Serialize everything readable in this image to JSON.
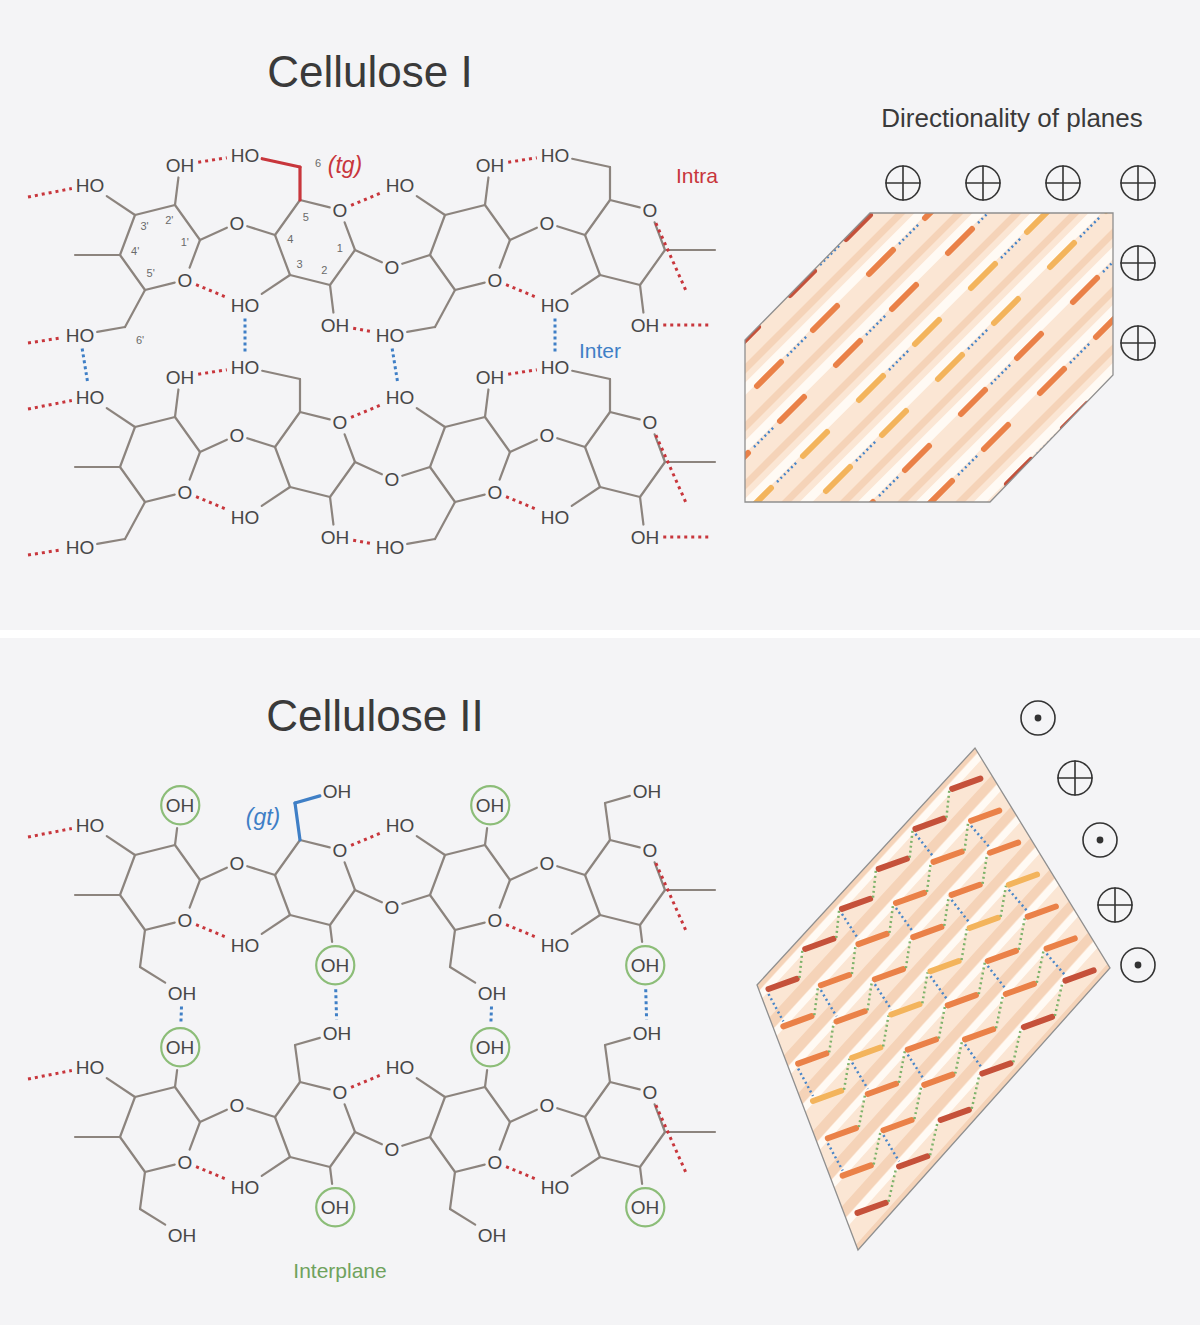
{
  "diagram": {
    "nodes": [
      {
        "text": [
          "Cellulose I"
        ]
      },
      {
        "text": [
          "Cellulose II"
        ]
      },
      {
        "text": [
          "OH"
        ],
        "in": 1
      },
      {
        "text": [
          "OH"
        ],
        "in": 1
      },
      {
        "text": [
          "OH"
        ],
        "in": 1
      },
      {
        "text": [
          "OH"
        ],
        "in": 1
      },
      {
        "text": [
          "OH"
        ],
        "in": 1
      },
      {
        "text": [
          "OH"
        ],
        "in": 1
      },
      {
        "text": [
          "OH"
        ],
        "in": 1
      },
      {
        "text": [
          "OH"
        ],
        "in": 1
      }
    ],
    "labels": [
      "(tg)",
      "Intra",
      "Inter",
      "Directionality of planes",
      "6",
      "5",
      "4",
      "3",
      "2",
      "1",
      "3'",
      "2'",
      "1'",
      "4'",
      "5'",
      "6'",
      "HO",
      "OH",
      "O",
      "HO",
      "O",
      "HO",
      "O",
      "HO",
      "OH",
      "O",
      "HO",
      "OH",
      "O",
      "HO",
      "O",
      "HO",
      "O",
      "HO",
      "OH",
      "HO",
      "OH",
      "O",
      "HO",
      "O",
      "HO",
      "O",
      "HO",
      "OH",
      "O",
      "HO",
      "OH",
      "O",
      "HO",
      "O",
      "HO",
      "O",
      "HO",
      "OH",
      "(gt)",
      "Interplane",
      "HO",
      "O",
      "OH",
      "O",
      "OH",
      "O",
      "HO",
      "O",
      "HO",
      "O",
      "OH",
      "O",
      "OH",
      "O",
      "HO",
      "HO",
      "O",
      "OH",
      "O",
      "OH",
      "O",
      "HO",
      "O",
      "HO",
      "O",
      "OH",
      "O",
      "OH",
      "O",
      "HO"
    ]
  }
}
